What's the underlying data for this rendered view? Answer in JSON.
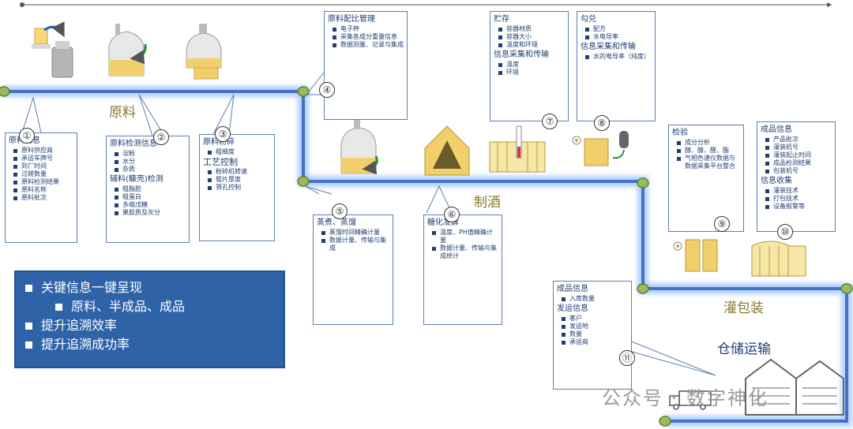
{
  "stages": {
    "raw": "原料",
    "brewing": "制酒",
    "packaging": "灌包装",
    "storage": "仓储运输"
  },
  "callouts": {
    "c1": {
      "num": "①",
      "title": "原料信息",
      "items": [
        "原料供应商",
        "承运车牌号",
        "到厂时间",
        "过磅数量",
        "原料检测结果",
        "原料名称",
        "原料批次"
      ]
    },
    "c2": {
      "num": "②",
      "title": "原料检测信息",
      "items": [
        "淀粉",
        "水分",
        "杂质"
      ],
      "title2": "辅料(糠壳)检测",
      "items2": [
        "粗脂肪",
        "粗蛋白",
        "多缩戊糖",
        "果胶质及灰分"
      ]
    },
    "c3": {
      "num": "③",
      "title": "原料粉碎",
      "items": [
        "粗细度"
      ],
      "title2": "工艺控制",
      "items2": [
        "粉碎机转速",
        "辊片厚度",
        "筛孔控制"
      ]
    },
    "c4": {
      "num": "④",
      "title": "原料配比管理",
      "items": [
        "电子秤",
        "采集各成分重量信息",
        "数据测量、记录与集成"
      ]
    },
    "c5": {
      "num": "⑤",
      "title": "蒸煮、蒸馏",
      "items": [
        "蒸馏时间精确计量",
        "数据计量、传输与集成"
      ]
    },
    "c6": {
      "num": "⑥",
      "title": "糖化发酵",
      "items": [
        "温度、PH值精确计量",
        "数据计量、传输与集成统计"
      ]
    },
    "c7": {
      "num": "⑦",
      "title": "贮存",
      "items": [
        "容器材质",
        "容器大小",
        "温度和环境"
      ],
      "title2": "信息采集和传输",
      "items2": [
        "温度",
        "环境"
      ]
    },
    "c8": {
      "num": "⑧",
      "title": "勾兑",
      "items": [
        "配方",
        "水电导率"
      ],
      "title2": "信息采集和传输",
      "items2": [
        "水的电导率（纯度）"
      ]
    },
    "c9": {
      "num": "⑨",
      "title": "检验",
      "items": [
        "成分分析",
        "醇、酸、醛、酯",
        "气相色谱仪数据与数据采集平台整合"
      ]
    },
    "c10": {
      "num": "⑩",
      "title": "成品信息",
      "items": [
        "产品批次",
        "灌装机号",
        "灌装起止时间",
        "成品检测结果",
        "包装机号"
      ],
      "title2": "信息收集",
      "items2": [
        "灌装技术",
        "打包技术",
        "设备报警等"
      ]
    },
    "c11": {
      "num": "⑪",
      "title": "成品信息",
      "items": [
        "入库数量"
      ],
      "title2": "发运信息",
      "items2": [
        "客户",
        "发运地",
        "数量",
        "承运商"
      ]
    }
  },
  "key_points": [
    "关键信息一键呈现",
    "原料、半成品、成品",
    "提升追溯效率",
    "提升追溯成功率"
  ],
  "watermark": "公众号 · 数字神化",
  "colors": {
    "line": "#4472c4",
    "node": "#9bbb59",
    "box": "#2f63a8",
    "accent": "#8a7a2e"
  }
}
